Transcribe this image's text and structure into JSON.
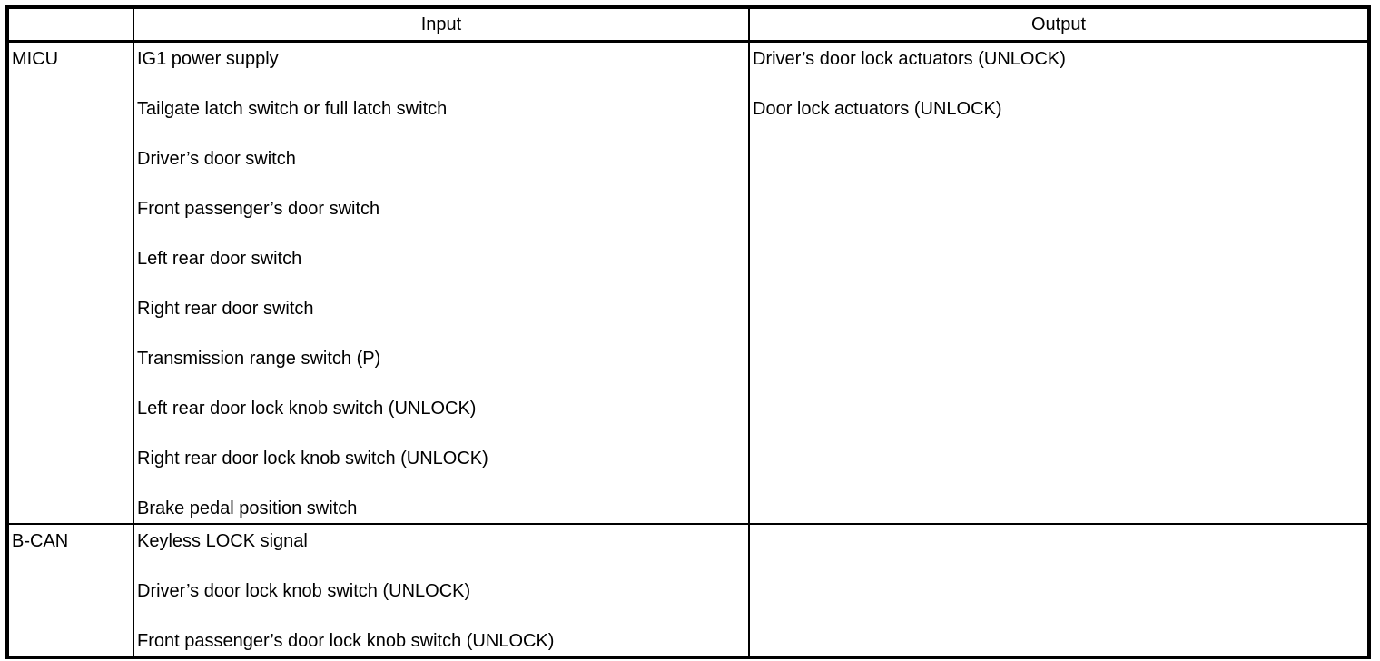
{
  "table": {
    "headers": {
      "source": "",
      "input": "Input",
      "output": "Output"
    },
    "rows": [
      {
        "source": "MICU",
        "inputs": [
          "IG1 power supply",
          "Tailgate latch switch or full latch switch",
          "Driver’s door switch",
          "Front passenger’s door switch",
          "Left rear door switch",
          "Right rear door switch",
          "Transmission range switch (P)",
          "Left rear door lock knob switch (UNLOCK)",
          "Right rear door lock knob switch (UNLOCK)",
          "Brake pedal position switch"
        ],
        "outputs": [
          "Driver’s door lock actuators (UNLOCK)",
          "Door lock actuators (UNLOCK)"
        ]
      },
      {
        "source": "B-CAN",
        "inputs": [
          "Keyless LOCK signal",
          "Driver’s door lock knob switch (UNLOCK)",
          "Front passenger’s door lock knob switch (UNLOCK)"
        ],
        "outputs": []
      }
    ]
  }
}
